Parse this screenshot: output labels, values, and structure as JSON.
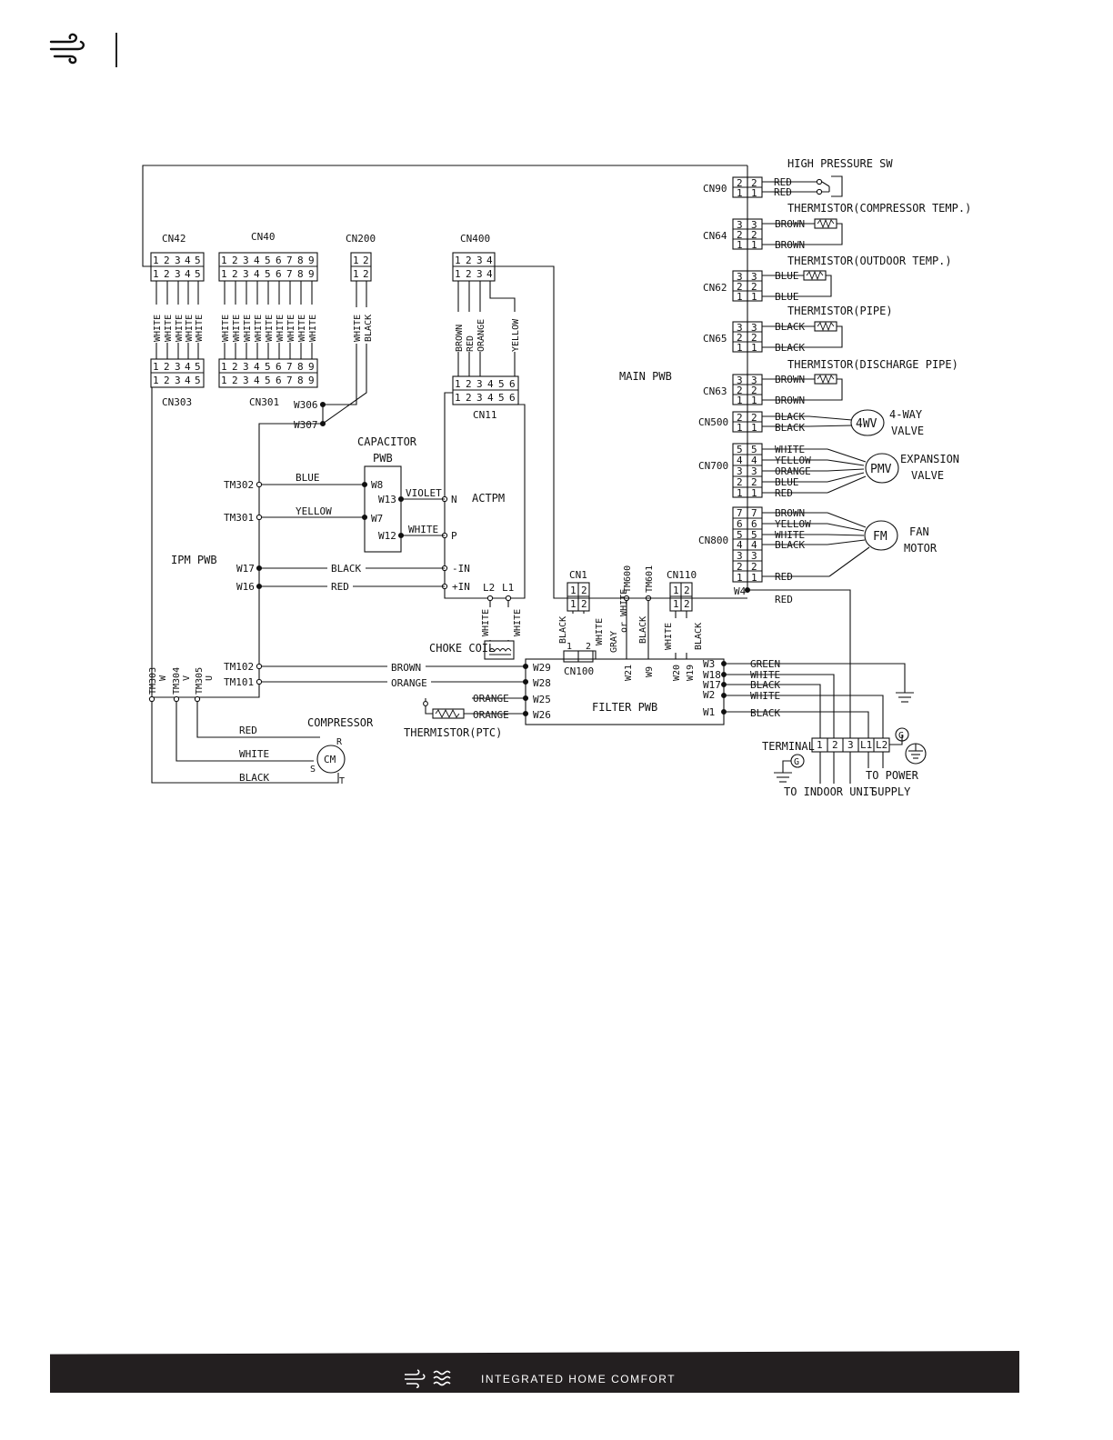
{
  "footer": {
    "tagline": "INTEGRATED HOME COMFORT"
  },
  "icons": {
    "header": "wind-icon",
    "footer": [
      "wind-icon",
      "heat-waves-icon"
    ]
  },
  "diagram": {
    "pwb": {
      "main": "MAIN PWB",
      "ipm": "IPM PWB",
      "filter": "FILTER PWB",
      "capacitor_1": "CAPACITOR",
      "capacitor_2": "PWB",
      "actpm": "ACTPM",
      "choke": "CHOKE COIL"
    },
    "connectors": {
      "cn42": "CN42",
      "cn40": "CN40",
      "cn200": "CN200",
      "cn400": "CN400",
      "cn303": "CN303",
      "cn301": "CN301",
      "cn11": "CN11",
      "cn1": "CN1",
      "cn110": "CN110",
      "cn100": "CN100",
      "cn90": "CN90",
      "cn64": "CN64",
      "cn62": "CN62",
      "cn65": "CN65",
      "cn63": "CN63",
      "cn500": "CN500",
      "cn700": "CN700",
      "cn800": "CN800"
    },
    "terminals": {
      "w306": "W306",
      "w307": "W307",
      "tm302": "TM302",
      "tm301": "TM301",
      "w17": "W17",
      "w16": "W16",
      "tm102": "TM102",
      "tm101": "TM101",
      "w8": "W8",
      "w13": "W13",
      "w7": "W7",
      "w12": "W12",
      "n": "N",
      "p": "P",
      "minus_in": "-IN",
      "plus_in": "+IN",
      "l2": "L2",
      "l1": "L1",
      "w29": "W29",
      "w28": "W28",
      "w25": "W25",
      "w26": "W26",
      "w21": "W21",
      "w9": "W9",
      "w20": "W20",
      "w19": "W19",
      "w3": "W3",
      "w18": "W18",
      "w17b": "W17",
      "w2": "W2",
      "w1": "W1",
      "w4": "W4",
      "tm303": "TM303",
      "tm304": "TM304",
      "tm305": "TM305",
      "w_phase": "W",
      "v_phase": "V",
      "u_phase": "U",
      "tm600": "TM600",
      "tm601": "TM601",
      "r": "R",
      "s": "S",
      "t": "T"
    },
    "pins": {
      "p1": "1",
      "p2": "2",
      "p3": "3",
      "p4": "4",
      "p5": "5",
      "p6": "6",
      "p7": "7",
      "p8": "8",
      "p9": "9",
      "t1": "1",
      "t2": "2",
      "t3": "3",
      "tl1": "L1",
      "tl2": "L2"
    },
    "wires": {
      "white": "WHITE",
      "black": "BLACK",
      "brown": "BROWN",
      "red": "RED",
      "orange": "ORANGE",
      "yellow": "YELLOW",
      "blue": "BLUE",
      "violet": "VIOLET",
      "green": "GREEN",
      "gray_or_white_1": "GRAY",
      "gray_or_white_2": "or WHITE"
    },
    "components": {
      "high_pressure_sw": "HIGH PRESSURE SW",
      "th_comp": "THERMISTOR(COMPRESSOR TEMP.)",
      "th_outdoor": "THERMISTOR(OUTDOOR TEMP.)",
      "th_pipe": "THERMISTOR(PIPE)",
      "th_discharge": "THERMISTOR(DISCHARGE PIPE)",
      "th_ptc": "THERMISTOR(PTC)",
      "fourwv": "4WV",
      "fourway_1": "4-WAY",
      "fourway_2": "VALVE",
      "pmv": "PMV",
      "expansion_1": "EXPANSION",
      "expansion_2": "VALVE",
      "fm": "FM",
      "fan_1": "FAN",
      "fan_2": "MOTOR",
      "compressor": "COMPRESSOR",
      "cm": "CM",
      "terminal": "TERMINAL",
      "ground": "G",
      "to_indoor": "TO INDOOR UNIT",
      "to_power_1": "TO POWER",
      "to_power_2": "SUPPLY"
    }
  }
}
